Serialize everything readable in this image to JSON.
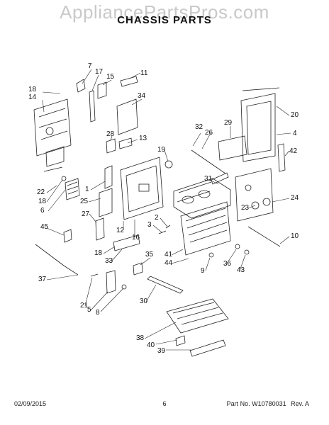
{
  "watermark": "AppliancePartsPros.com",
  "title": "CHASSIS PARTS",
  "footer": {
    "date": "02/09/2015",
    "page": "6",
    "part_no": "Part No. W10780031",
    "rev": "Rev. A"
  },
  "callouts": [
    "1",
    "2",
    "3",
    "4",
    "5",
    "6",
    "7",
    "8",
    "9",
    "10",
    "11",
    "12",
    "13",
    "14",
    "15",
    "16",
    "17",
    "18",
    "18",
    "18",
    "19",
    "20",
    "21",
    "22",
    "23",
    "24",
    "25",
    "26",
    "27",
    "28",
    "29",
    "30",
    "31",
    "32",
    "33",
    "34",
    "35",
    "36",
    "37",
    "38",
    "39",
    "40",
    "41",
    "42",
    "43",
    "44",
    "45"
  ],
  "colors": {
    "line": "#222222",
    "watermark": "#c9c9c9"
  }
}
